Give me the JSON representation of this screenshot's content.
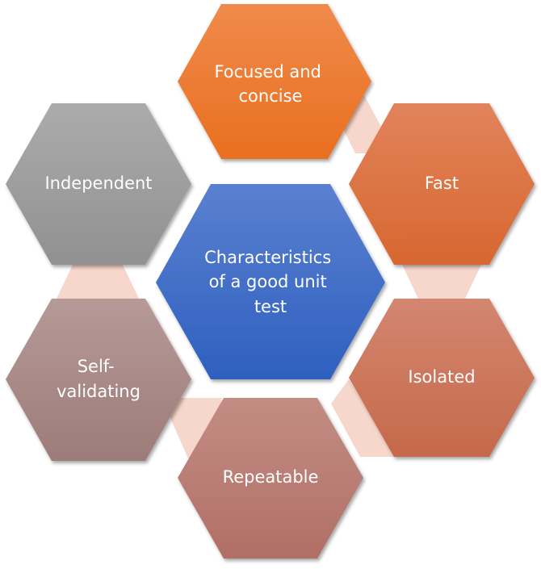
{
  "diagram": {
    "title": "Characteristics of a good unit test",
    "center": {
      "lines": [
        "Characteristics",
        "of a good unit",
        "test"
      ],
      "color_top": "#5a80d0",
      "color_bottom": "#2e60bf"
    },
    "nodes": [
      {
        "id": "focused",
        "lines": [
          "Focused and",
          "concise"
        ],
        "color_top": "#f08a4b",
        "color_bottom": "#e96f1f"
      },
      {
        "id": "fast",
        "lines": [
          "Fast"
        ],
        "color_top": "#e2835c",
        "color_bottom": "#d7672f"
      },
      {
        "id": "isolated",
        "lines": [
          "Isolated"
        ],
        "color_top": "#d38670",
        "color_bottom": "#c5694a"
      },
      {
        "id": "repeatable",
        "lines": [
          "Repeatable"
        ],
        "color_top": "#c38d84",
        "color_bottom": "#b06f66"
      },
      {
        "id": "self-validating",
        "lines": [
          "Self-",
          "validating"
        ],
        "color_top": "#b69a97",
        "color_bottom": "#9d7b79"
      },
      {
        "id": "independent",
        "lines": [
          "Independent"
        ],
        "color_top": "#ababab",
        "color_bottom": "#919191"
      }
    ],
    "connector_color": "#f7d6cb"
  }
}
